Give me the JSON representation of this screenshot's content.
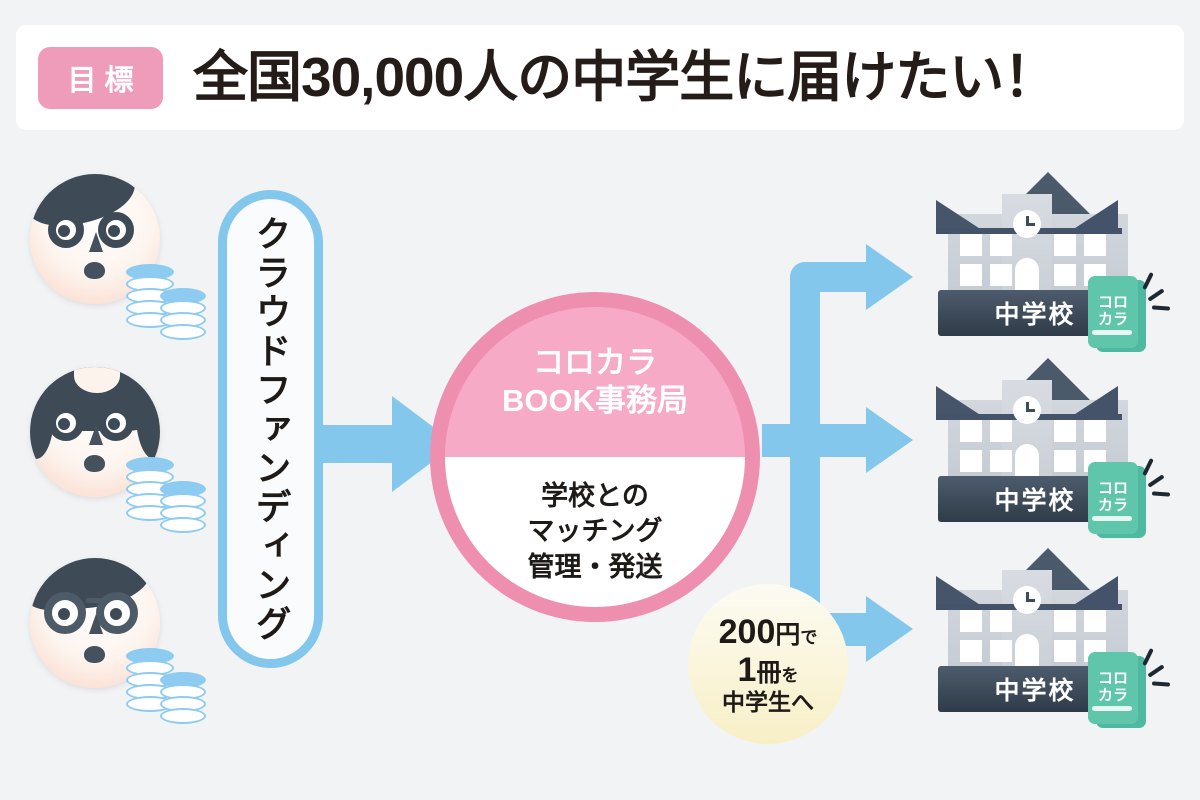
{
  "page": {
    "background_color": "#f2f3f5",
    "accent_blue": "#83c7ec",
    "accent_pink": "#ee8fb0",
    "accent_pink_light": "#f6aac6",
    "accent_badge_pink": "#ef9bba",
    "accent_teal": "#5fc6ac",
    "badge_yellow": "#f7efc6",
    "ink": "#1d1a17"
  },
  "header": {
    "badge_label": "目標",
    "headline": "全国30,000人の中学生に届けたい！"
  },
  "funnel": {
    "crowdfunding_label": "クラウドファンディング",
    "arrow_to_office": "arrow-right"
  },
  "donors": [
    {
      "name": "donor-young-man",
      "icon": "face-short-hair-icon",
      "money_icon": "coin-stack-icon"
    },
    {
      "name": "donor-woman",
      "icon": "face-long-hair-icon",
      "money_icon": "coin-stack-icon"
    },
    {
      "name": "donor-glasses",
      "icon": "face-glasses-icon",
      "money_icon": "coin-stack-icon"
    }
  ],
  "office": {
    "title_line1": "コロカラ",
    "title_line2": "BOOK事務局",
    "role_line1": "学校との",
    "role_line2": "マッチング",
    "role_line3": "管理・発送"
  },
  "price_badge": {
    "amount": "200",
    "currency": "円",
    "particle_de": "で",
    "count": "1",
    "counter": "冊",
    "particle_wo": "を",
    "recipient": "中学生へ"
  },
  "schools": [
    {
      "sign_label": "中学校",
      "book_line1": "コロ",
      "book_line2": "カラ"
    },
    {
      "sign_label": "中学校",
      "book_line1": "コロ",
      "book_line2": "カラ"
    },
    {
      "sign_label": "中学校",
      "book_line1": "コロ",
      "book_line2": "カラ"
    }
  ]
}
